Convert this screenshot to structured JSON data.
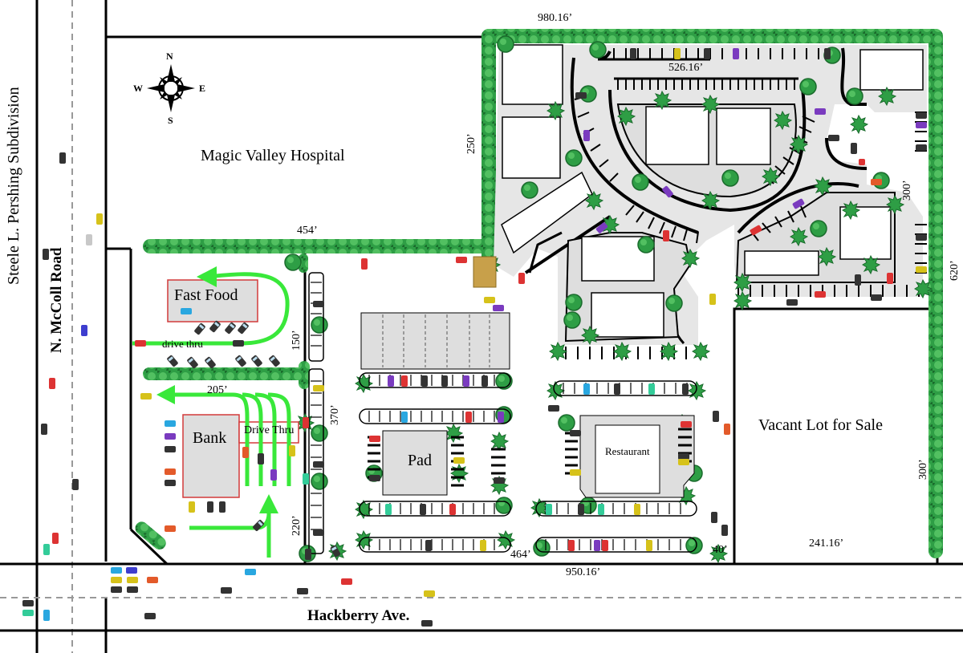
{
  "compass": {
    "n": "N",
    "s": "S",
    "e": "E",
    "w": "W"
  },
  "labels": {
    "hospital": "Magic Valley Hospital",
    "fast_food": "Fast Food",
    "drive_thru_lower": "drive thru",
    "bank": "Bank",
    "drive_thru_bank": "Drive Thru",
    "pad": "Pad",
    "restaurant": "Restaurant",
    "vacant_lot": "Vacant Lot for Sale",
    "hackberry": "Hackberry Ave.",
    "mccoll": "N. McColl Road",
    "subdivision": "Steele L. Pershing Subdivision"
  },
  "dimensions": {
    "top": "980.16’",
    "inner_top": "526.16’",
    "left_upper": "250’",
    "hospital_bottom": "454’",
    "right_mid": "300’",
    "right_outer": "620’",
    "right_lower": "300’",
    "drive_150": "150’",
    "drive_205": "205’",
    "drive_370": "370’",
    "drive_220": "220’",
    "bottom_464": "464’",
    "bottom_950": "950.16’",
    "bottom_40": "40’",
    "bottom_241": "241.16’"
  },
  "colors": {
    "tree": "#2e9e45",
    "tree_dark": "#1a6b2c",
    "arrow": "#39e83a",
    "building_fill": "#dedede",
    "lot_fill": "#e6e6e6",
    "outline_red": "#d23a3a"
  }
}
